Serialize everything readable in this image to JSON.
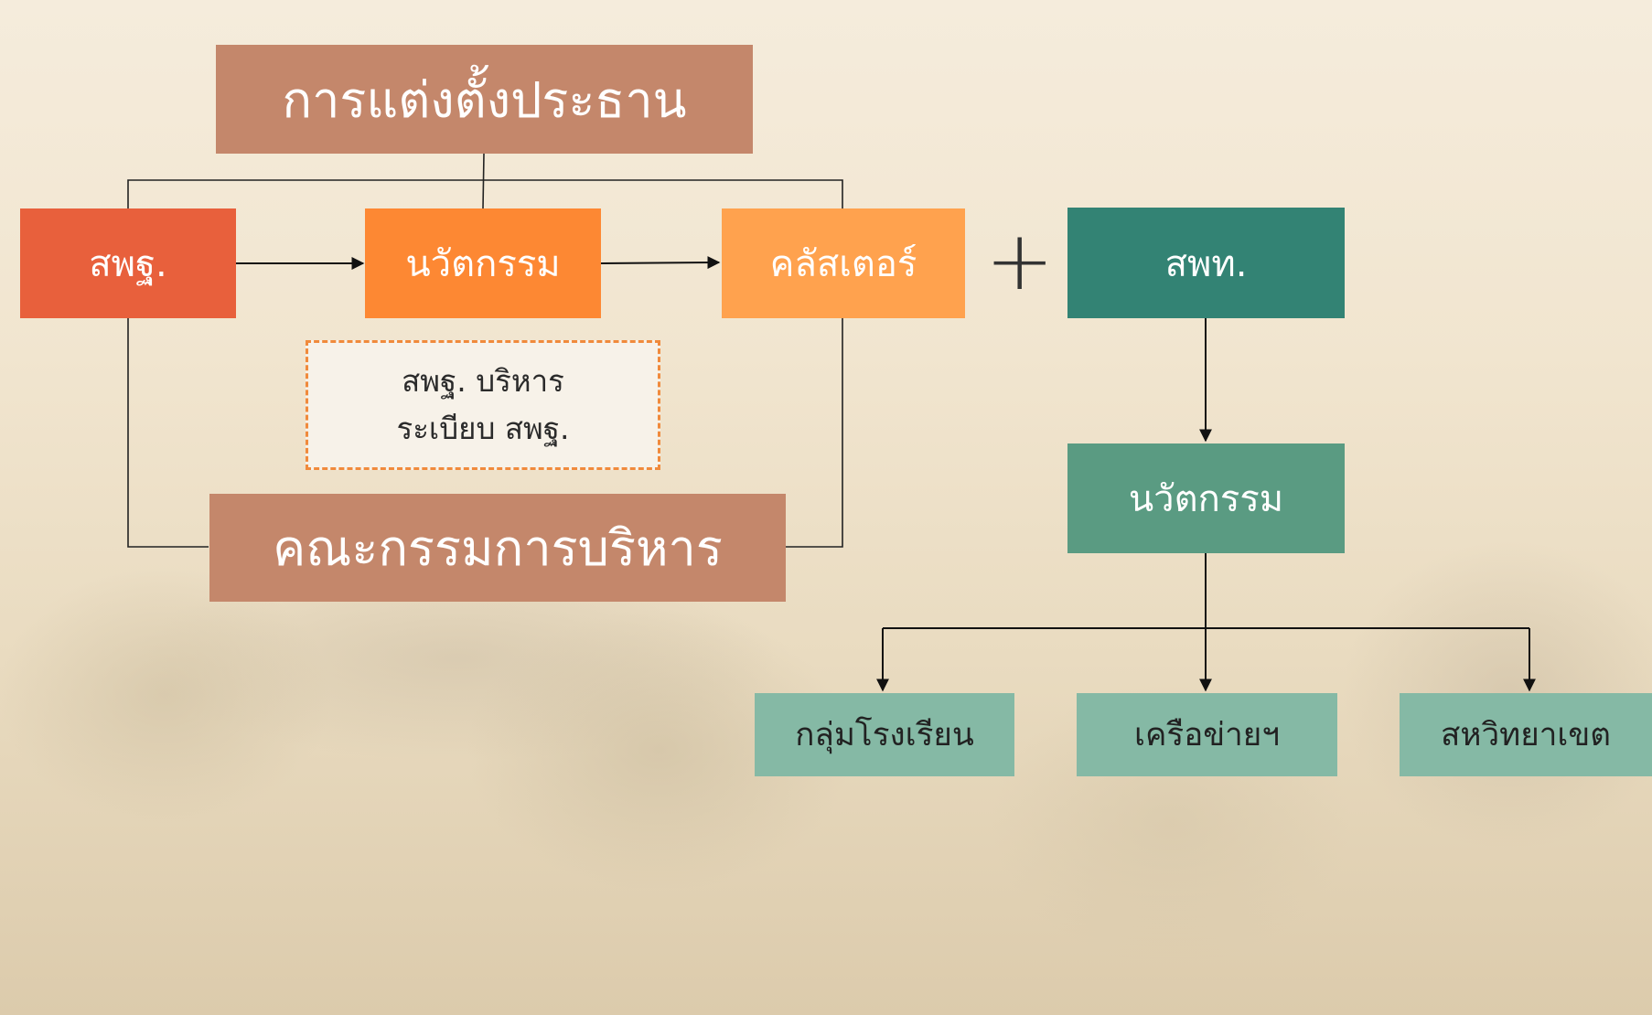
{
  "diagram": {
    "title": "การแต่งตั้งประธาน",
    "chain": {
      "node_1": "สพฐ.",
      "node_2": "นวัตกรรม",
      "node_3": "คลัสเตอร์"
    },
    "note_line_1": "สพฐ. บริหาร",
    "note_line_2": "ระเบียบ สพฐ.",
    "committee": "คณะกรรมการบริหาร",
    "plus_symbol": "+",
    "right_branch": {
      "top": "สพท.",
      "middle": "นวัตกรรม",
      "leaves": [
        "กลุ่มโรงเรียน",
        "เครือข่ายฯ",
        "สหวิทยาเขต"
      ]
    }
  },
  "colors": {
    "title_box": "#c4876b",
    "node_1": "#e8603c",
    "node_2": "#fd8833",
    "node_3": "#ffa24e",
    "committee_box": "#c4876b",
    "right_top": "#338374",
    "right_middle": "#5a9b82",
    "leaf": "#85b9a5",
    "note_border": "#f08a3c"
  }
}
